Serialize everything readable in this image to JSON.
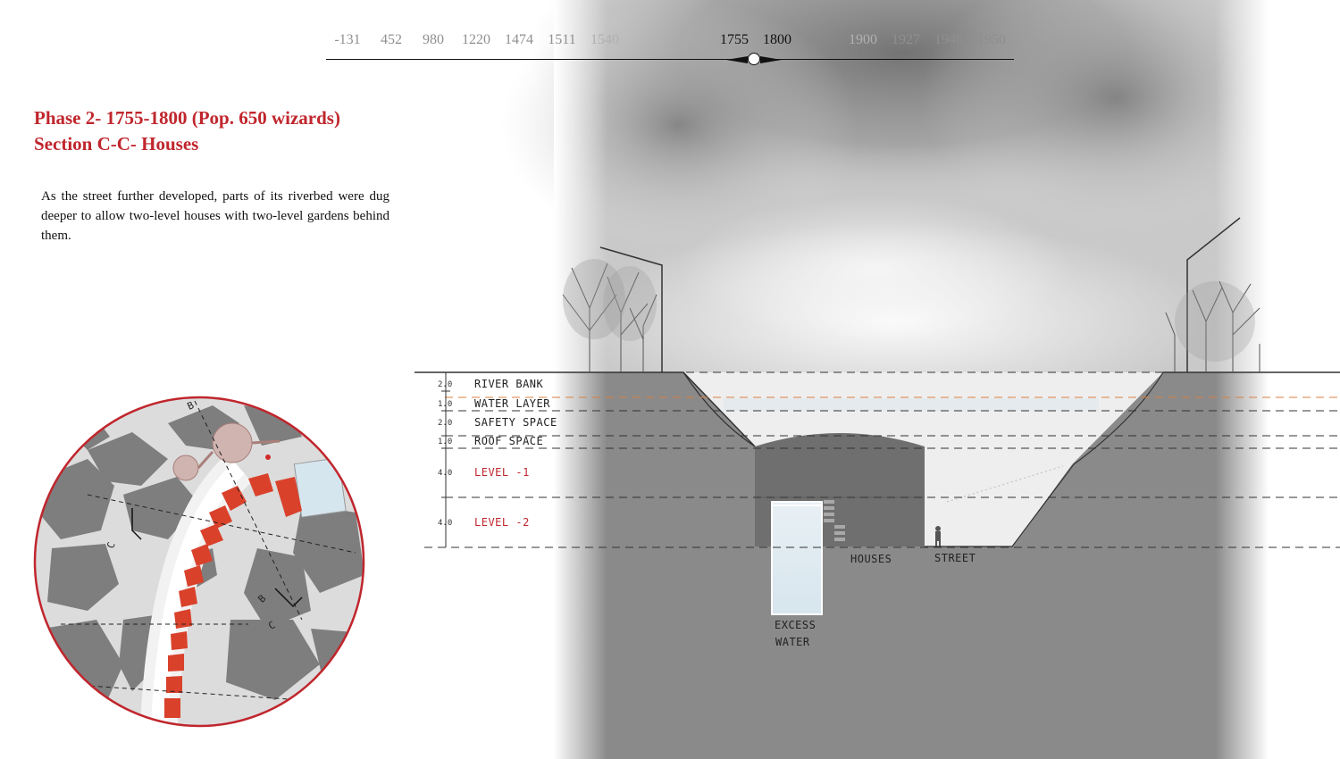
{
  "timeline": {
    "years": [
      "-131",
      "452",
      "980",
      "1220",
      "1474",
      "1511",
      "1540",
      "1755",
      "1800",
      "1900",
      "1927",
      "1940",
      "1950"
    ],
    "active": [
      "1755",
      "1800"
    ]
  },
  "heading": {
    "line1": "Phase 2- 1755-1800 (Pop. 650 wizards)",
    "line2": "Section C-C- Houses"
  },
  "description": "As the street further developed, parts of its riverbed were dug deeper to allow two-level houses with two-level gardens behind them.",
  "section": {
    "levels": [
      {
        "dim": "2.0",
        "label": "RIVER BANK"
      },
      {
        "dim": "1.0",
        "label": "WATER LAYER"
      },
      {
        "dim": "2.0",
        "label": "SAFETY SPACE"
      },
      {
        "dim": "1.0",
        "label": "ROOF SPACE"
      },
      {
        "dim": "4.0",
        "label": "LEVEL -1"
      },
      {
        "dim": "4.0",
        "label": "LEVEL -2"
      }
    ],
    "tags": {
      "houses": "HOUSES",
      "street": "STREET",
      "excess_line1": "EXCESS",
      "excess_line2": "WATER"
    },
    "accent_color": "#c0262d"
  },
  "map": {
    "section_marks": {
      "b_top": "B",
      "c_left": "C",
      "b_lower": "B",
      "c_lower": "C"
    },
    "highlight_color": "#d9412b"
  }
}
